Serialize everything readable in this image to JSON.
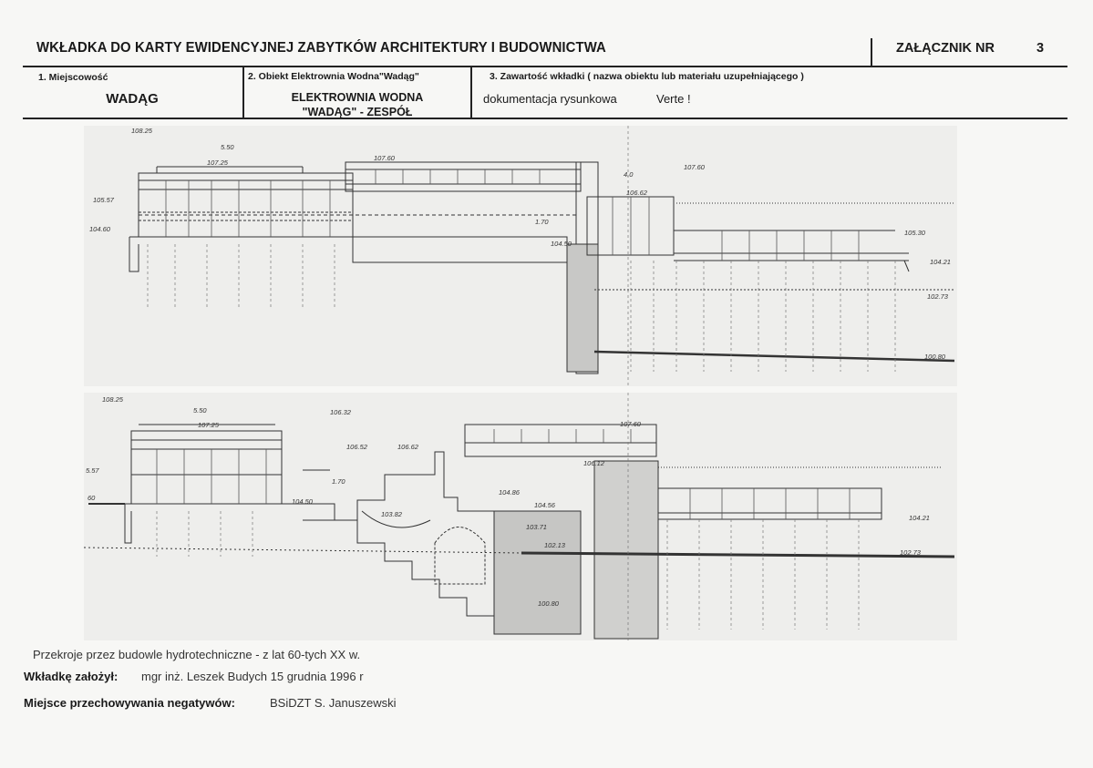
{
  "header": {
    "title": "WKŁADKA DO KARTY EWIDENCYJNEJ ZABYTKÓW ARCHITEKTURY I BUDOWNICTWA",
    "annex_label": "ZAŁĄCZNIK NR",
    "annex_number": "3"
  },
  "fields": {
    "locality_label": "1. Miejscowość",
    "locality_value": "WADĄG",
    "object_label": "2. Obiekt Elektrownia Wodna\"Wadąg\"",
    "object_value_line1": "ELEKTROWNIA WODNA",
    "object_value_line2": "\"WADĄG\" - ZESPÓŁ",
    "content_label": "3. Zawartość wkładki ( nazwa obiektu lub materiału uzupełniającego )",
    "content_value": "dokumentacja rysunkowa",
    "content_note": "Verte !"
  },
  "drawing_top": {
    "labels": [
      "108.25",
      "5.50",
      "107.25",
      "107.60",
      "4.0",
      "107.60",
      "106.62",
      "105.57",
      "1.70",
      "104.60",
      "104.50",
      "105.30",
      "104.21",
      "102.73",
      "100.80"
    ]
  },
  "drawing_bottom": {
    "labels": [
      "108.25",
      "5.50",
      "107.25",
      "106.32",
      "107.60",
      "106.52",
      "106.62",
      "5.57",
      "1.70",
      "106.12",
      "60",
      "104.50",
      "104.86",
      "104.56",
      "103.82",
      "103.71",
      "104.21",
      "102.13",
      "102.73",
      "100.80"
    ]
  },
  "caption": "Przekroje przez budowle hydrotechniczne - z lat 60-tych XX w.",
  "footer": {
    "created_label": "Wkładkę założył:",
    "created_value": "mgr inż. Leszek Budych 15 grudnia 1996 r",
    "negatives_label": "Miejsce przechowywania negatywów:",
    "negatives_value": "BSiDZT S. Januszewski"
  }
}
